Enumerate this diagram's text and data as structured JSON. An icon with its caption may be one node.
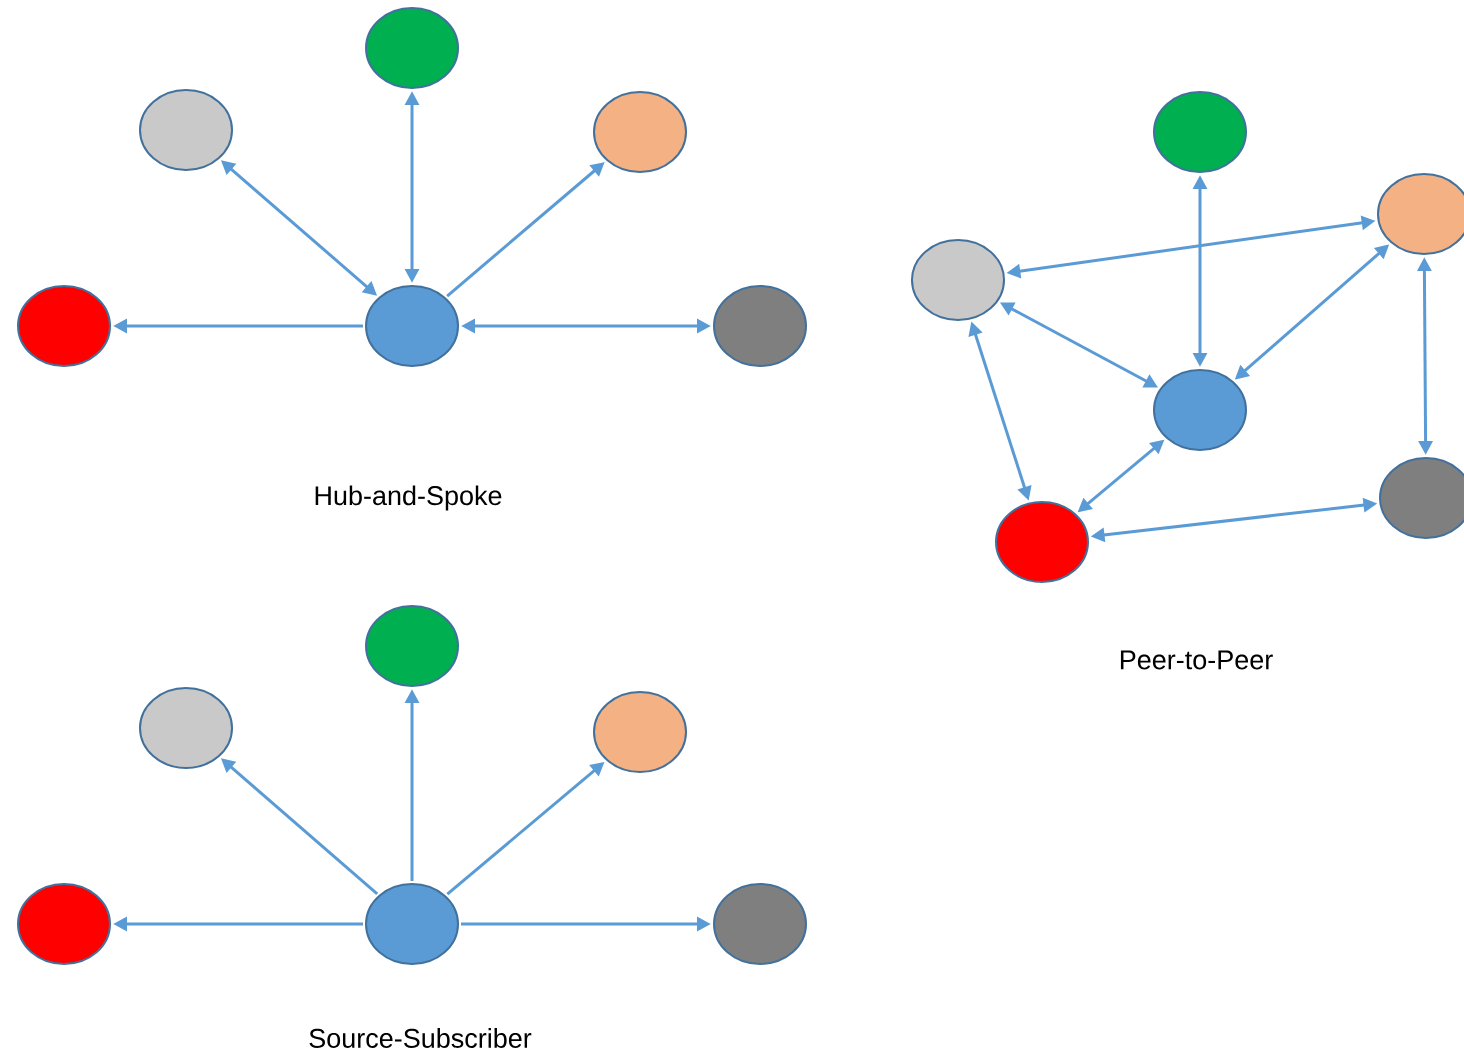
{
  "diagram": {
    "nodes": [
      {
        "text": [],
        "shape": "circle"
      },
      {
        "text": [],
        "shape": "circle"
      },
      {
        "text": [],
        "shape": "circle"
      },
      {
        "text": [],
        "shape": "circle"
      },
      {
        "text": [],
        "shape": "circle"
      },
      {
        "text": [],
        "shape": "circle"
      },
      {
        "text": [],
        "shape": "circle"
      },
      {
        "text": [],
        "shape": "circle"
      },
      {
        "text": [],
        "shape": "circle"
      },
      {
        "text": [],
        "shape": "circle"
      },
      {
        "text": [],
        "shape": "circle"
      },
      {
        "text": [],
        "shape": "circle"
      },
      {
        "text": [],
        "shape": "circle"
      },
      {
        "text": [],
        "shape": "circle"
      },
      {
        "text": [],
        "shape": "circle"
      },
      {
        "text": [],
        "shape": "circle"
      },
      {
        "text": [],
        "shape": "circle"
      },
      {
        "text": [],
        "shape": "circle"
      }
    ],
    "edges": [
      {
        "from": 4,
        "to": 3,
        "arrow": "to"
      },
      {
        "from": 4,
        "to": 5,
        "arrow": "both"
      },
      {
        "from": 4,
        "to": 0,
        "arrow": "both"
      },
      {
        "from": 4,
        "to": 1,
        "arrow": "both"
      },
      {
        "from": 4,
        "to": 2,
        "arrow": "to"
      },
      {
        "from": 6,
        "to": 9,
        "arrow": "both"
      },
      {
        "from": 7,
        "to": 8,
        "arrow": "both"
      },
      {
        "from": 8,
        "to": 9,
        "arrow": "both"
      },
      {
        "from": 7,
        "to": 9,
        "arrow": "both"
      },
      {
        "from": 8,
        "to": 11,
        "arrow": "both"
      },
      {
        "from": 11,
        "to": 9,
        "arrow": "both"
      },
      {
        "from": 7,
        "to": 10,
        "arrow": "both"
      },
      {
        "from": 11,
        "to": 10,
        "arrow": "both"
      },
      {
        "from": 16,
        "to": 15,
        "arrow": "to"
      },
      {
        "from": 16,
        "to": 13,
        "arrow": "to"
      },
      {
        "from": 16,
        "to": 12,
        "arrow": "to"
      },
      {
        "from": 16,
        "to": 14,
        "arrow": "to"
      },
      {
        "from": 16,
        "to": 17,
        "arrow": "to"
      }
    ],
    "labels": [
      "Hub-and-Spoke",
      "Peer-to-Peer",
      "Source-Subscriber"
    ]
  }
}
